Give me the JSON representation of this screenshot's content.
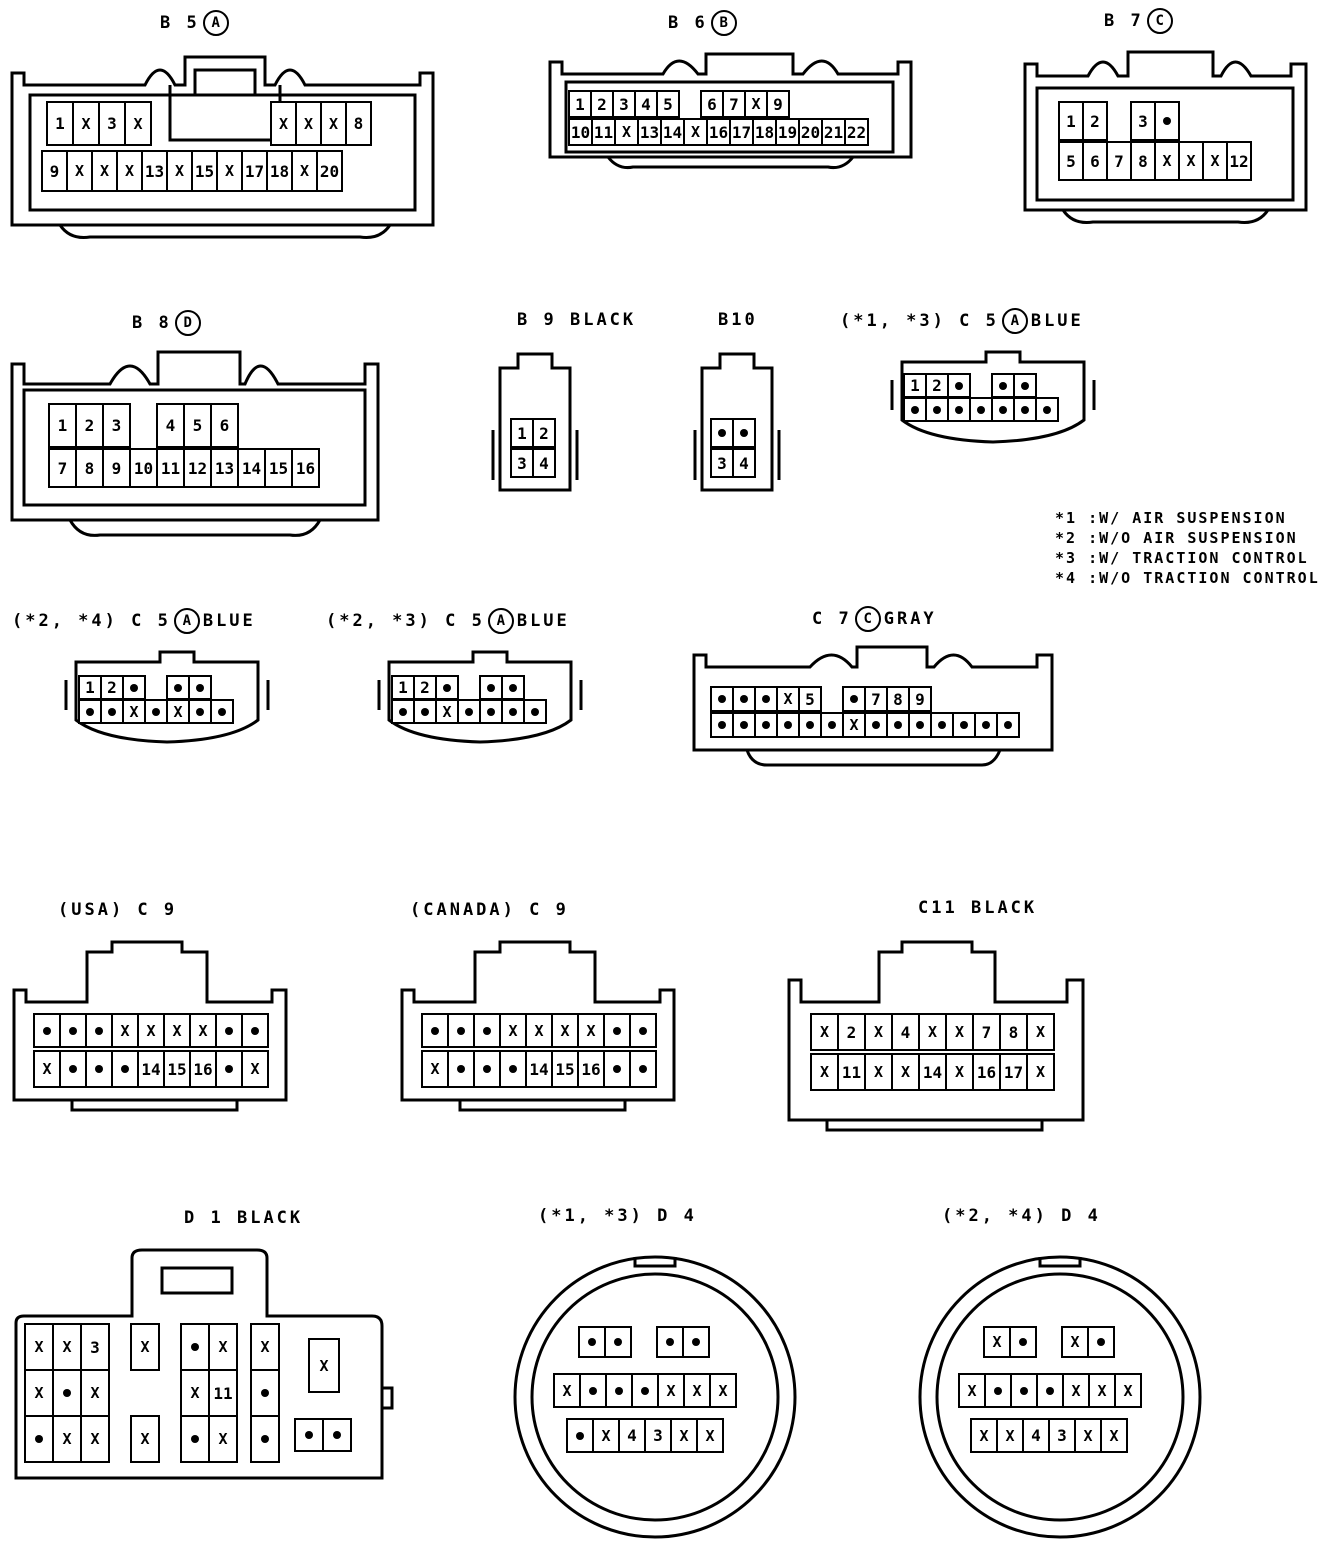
{
  "labels": {
    "b5": {
      "prefix": "B 5",
      "circle": "A"
    },
    "b6": {
      "prefix": "B 6",
      "circle": "B"
    },
    "b7": {
      "prefix": "B 7",
      "circle": "C"
    },
    "b8": {
      "prefix": "B 8",
      "circle": "D"
    },
    "b9": {
      "prefix": "B 9",
      "suffix": "BLACK"
    },
    "b10": {
      "prefix": "B10"
    },
    "c5a": {
      "prefix": "(*1, *3) C 5",
      "circle": "A",
      "suffix": "BLUE"
    },
    "c5b": {
      "prefix": "(*2, *4) C 5",
      "circle": "A",
      "suffix": "BLUE"
    },
    "c5c": {
      "prefix": "(*2, *3) C 5",
      "circle": "A",
      "suffix": "BLUE"
    },
    "c7": {
      "prefix": "C 7",
      "circle": "C",
      "suffix": "GRAY"
    },
    "c9usa": {
      "prefix": "(USA) C 9"
    },
    "c9can": {
      "prefix": "(CANADA) C 9"
    },
    "c11": {
      "prefix": "C11",
      "suffix": "BLACK"
    },
    "d1": {
      "prefix": "D 1",
      "suffix": "BLACK"
    },
    "d4a": {
      "prefix": "(*1, *3) D 4"
    },
    "d4b": {
      "prefix": "(*2, *4) D 4"
    }
  },
  "legend": [
    "*1 :W/ AIR SUSPENSION",
    "*2 :W/O AIR SUSPENSION",
    "*3 :W/ TRACTION CONTROL",
    "*4 :W/O TRACTION CONTROL"
  ],
  "connectors": {
    "b5": {
      "rows": [
        [
          "1",
          "X",
          "3",
          "X"
        ],
        [
          "9",
          "X",
          "X",
          "X",
          "13",
          "X",
          "15",
          "X",
          "17",
          "18",
          "X",
          "20"
        ]
      ],
      "top_right": [
        "X",
        "X",
        "X",
        "8"
      ]
    },
    "b6": {
      "rows": [
        [
          "1",
          "2",
          "3",
          "4",
          "5",
          "",
          "6",
          "7",
          "X",
          "9"
        ],
        [
          "10",
          "11",
          "X",
          "13",
          "14",
          "X",
          "16",
          "17",
          "18",
          "19",
          "20",
          "21",
          "22"
        ]
      ]
    },
    "b7": {
      "rows": [
        [
          "1",
          "2",
          "",
          "3",
          "•"
        ],
        [
          "5",
          "6",
          "7",
          "8",
          "X",
          "X",
          "X",
          "12"
        ]
      ]
    },
    "b8": {
      "rows": [
        [
          "1",
          "2",
          "3",
          "",
          "4",
          "5",
          "6"
        ],
        [
          "7",
          "8",
          "9",
          "10",
          "11",
          "12",
          "13",
          "14",
          "15",
          "16"
        ]
      ]
    },
    "b9": {
      "rows": [
        [
          "1",
          "2"
        ],
        [
          "3",
          "4"
        ]
      ]
    },
    "b10": {
      "rows": [
        [
          "•",
          "•"
        ],
        [
          "3",
          "4"
        ]
      ]
    },
    "c5a": {
      "rows": [
        [
          "1",
          "2",
          "•",
          "",
          "•",
          "•"
        ],
        [
          "•",
          "•",
          "•",
          "•",
          "•",
          "•",
          "•"
        ]
      ]
    },
    "c5b": {
      "rows": [
        [
          "1",
          "2",
          "•",
          "",
          "•",
          "•"
        ],
        [
          "•",
          "•",
          "X",
          "•",
          "X",
          "•",
          "•"
        ]
      ]
    },
    "c5c": {
      "rows": [
        [
          "1",
          "2",
          "•",
          "",
          "•",
          "•"
        ],
        [
          "•",
          "•",
          "X",
          "•",
          "•",
          "•",
          "•"
        ]
      ]
    },
    "c7": {
      "rows": [
        [
          "•",
          "•",
          "•",
          "X",
          "5",
          "",
          "•",
          "7",
          "8",
          "9"
        ],
        [
          "•",
          "•",
          "•",
          "•",
          "•",
          "•",
          "X",
          "•",
          "•",
          "•",
          "•",
          "•",
          "•",
          "•"
        ]
      ]
    },
    "c9usa": {
      "rows": [
        [
          "•",
          "•",
          "•",
          "X",
          "X",
          "X",
          "X",
          "•",
          "•"
        ],
        [
          "X",
          "•",
          "•",
          "•",
          "14",
          "15",
          "16",
          "•",
          "X"
        ]
      ]
    },
    "c9can": {
      "rows": [
        [
          "•",
          "•",
          "•",
          "X",
          "X",
          "X",
          "X",
          "•",
          "•"
        ],
        [
          "X",
          "•",
          "•",
          "•",
          "14",
          "15",
          "16",
          "•",
          "•"
        ]
      ]
    },
    "c11": {
      "rows": [
        [
          "X",
          "2",
          "X",
          "4",
          "X",
          "X",
          "7",
          "8",
          "X"
        ],
        [
          "X",
          "11",
          "X",
          "X",
          "14",
          "X",
          "16",
          "17",
          "X"
        ]
      ]
    },
    "d1": {
      "cols": [
        [
          "X",
          "X",
          "•"
        ],
        [
          "X",
          "•",
          "X"
        ],
        [
          "3",
          "X",
          "X"
        ],
        [
          "X",
          "",
          "X"
        ],
        [
          "•",
          "X",
          "•"
        ],
        [
          "X",
          "11",
          "X"
        ],
        [
          "X",
          "•",
          "•"
        ]
      ],
      "extra": [
        "X",
        "•",
        "•"
      ]
    },
    "d4a": {
      "rows": [
        [
          "•",
          "•",
          "",
          "•",
          "•"
        ],
        [
          "X",
          "•",
          "•",
          "•",
          "X",
          "X",
          "X"
        ],
        [
          "•",
          "X",
          "4",
          "3",
          "X",
          "X"
        ]
      ]
    },
    "d4b": {
      "rows": [
        [
          "X",
          "•",
          "",
          "X",
          "•"
        ],
        [
          "X",
          "•",
          "•",
          "•",
          "X",
          "X",
          "X"
        ],
        [
          "X",
          "X",
          "4",
          "3",
          "X",
          "X"
        ]
      ]
    }
  }
}
